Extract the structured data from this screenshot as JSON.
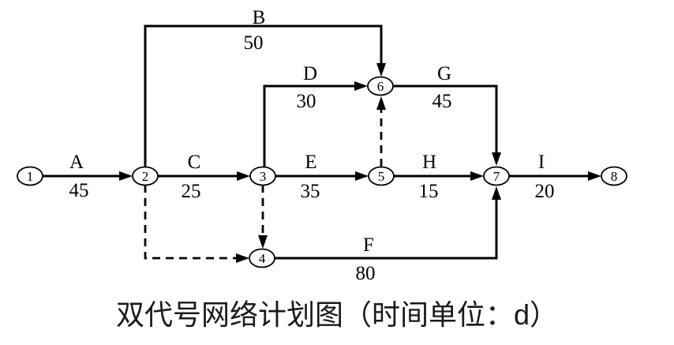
{
  "caption": "双代号网络计划图（时间单位：d）",
  "colors": {
    "line": "#000000",
    "background": "#ffffff",
    "text": "#000000"
  },
  "diagram_type": "activity-on-arrow network",
  "nodes": [
    {
      "id": "1"
    },
    {
      "id": "2"
    },
    {
      "id": "3"
    },
    {
      "id": "4"
    },
    {
      "id": "5"
    },
    {
      "id": "6"
    },
    {
      "id": "7"
    },
    {
      "id": "8"
    }
  ],
  "activities": [
    {
      "name": "A",
      "duration": "45",
      "from": "1",
      "to": "2"
    },
    {
      "name": "B",
      "duration": "50",
      "from": "2",
      "to": "6"
    },
    {
      "name": "C",
      "duration": "25",
      "from": "2",
      "to": "3"
    },
    {
      "name": "D",
      "duration": "30",
      "from": "3",
      "to": "6"
    },
    {
      "name": "E",
      "duration": "35",
      "from": "3",
      "to": "5"
    },
    {
      "name": "F",
      "duration": "80",
      "from": "4",
      "to": "7"
    },
    {
      "name": "G",
      "duration": "45",
      "from": "6",
      "to": "7"
    },
    {
      "name": "H",
      "duration": "15",
      "from": "5",
      "to": "7"
    },
    {
      "name": "I",
      "duration": "20",
      "from": "7",
      "to": "8"
    }
  ],
  "dummy_activities": [
    {
      "from": "2",
      "to": "4",
      "style": "dashed"
    },
    {
      "from": "3",
      "to": "4",
      "style": "dashed"
    },
    {
      "from": "5",
      "to": "6",
      "style": "dashed"
    }
  ]
}
